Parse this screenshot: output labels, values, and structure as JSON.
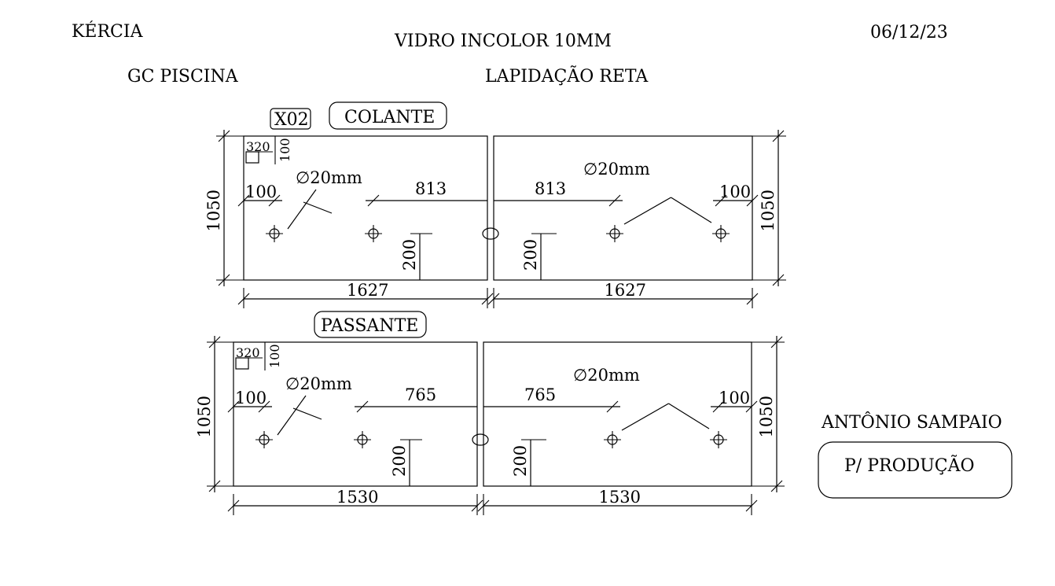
{
  "header": {
    "client": "KÉRCIA",
    "date": "06/12/23",
    "glass": "VIDRO INCOLOR 10MM",
    "project": "GC PISCINA",
    "finish": "LAPIDAÇÃO RETA"
  },
  "quantity": "X02",
  "sections": [
    {
      "label": "COLANTE",
      "panel_width": "1627",
      "panel_height": "1050",
      "hole_spacing": "813",
      "edge_offset": "100",
      "hole_height": "200",
      "hole_diameter": "∅20mm",
      "corner_x": "320",
      "corner_y": "100"
    },
    {
      "label": "PASSANTE",
      "panel_width": "1530",
      "panel_height": "1050",
      "hole_spacing": "765",
      "edge_offset": "100",
      "hole_height": "200",
      "hole_diameter": "∅20mm",
      "corner_x": "320",
      "corner_y": "100"
    }
  ],
  "designer": "ANTÔNIO SAMPAIO",
  "status": "P/ PRODUÇÃO"
}
